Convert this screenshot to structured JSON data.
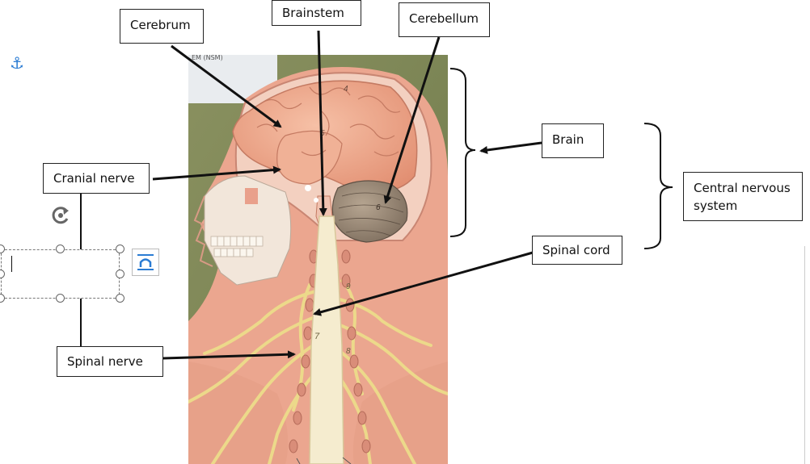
{
  "labels": {
    "cerebrum": "Cerebrum",
    "brainstem": "Brainstem",
    "cerebellum": "Cerebellum",
    "cranial_nerve": "Cranial nerve",
    "brain": "Brain",
    "central_nervous_system": "Central nervous system",
    "spinal_cord": "Spinal cord",
    "spinal_nerve": "Spinal nerve"
  },
  "photo": {
    "corner_tag": "EM (NSM)",
    "model_numbers": [
      "4",
      "5",
      "6",
      "7",
      "8",
      "9"
    ]
  },
  "colors": {
    "background": "#ffffff",
    "arrow": "#111111",
    "brain": "#efa98e",
    "cerebellum": "#9c8a78",
    "skin": "#eaa58f",
    "nerve": "#ecd98a",
    "wall": "#7c8454",
    "anchor_icon": "#2b7cd3"
  }
}
